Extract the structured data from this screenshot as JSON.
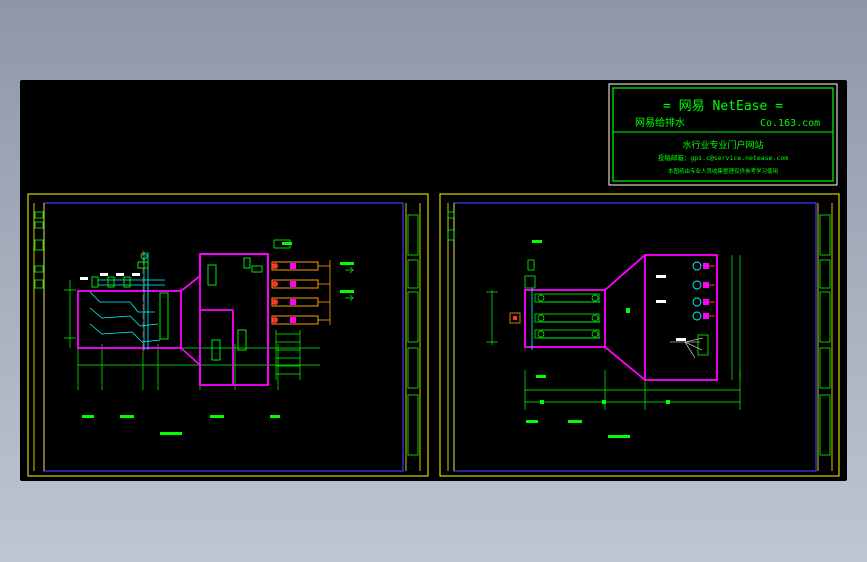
{
  "watermark": {
    "title": "=  网易 NetEase  =",
    "left_label": "网易给排水",
    "right_label": "Co.163.com",
    "portal": "水行业专业门户网站",
    "email_line": "投稿邮箱：gps.c@service.netease.com",
    "note": "本图纸由专业人员收集整理仅供参考学习使用"
  },
  "colors": {
    "background": "#000000",
    "frame_yellow": "#ffff00",
    "frame_blue": "#3a3aff",
    "wall_magenta": "#ff00ff",
    "pipe_cyan": "#00ffff",
    "dim_green": "#00ff00",
    "text_white": "#ffffff",
    "accent_red": "#ff3030",
    "accent_orange": "#ffa000"
  },
  "left_sheet": {
    "label_building": "",
    "label_room": "",
    "plan_caption": "",
    "scale_label": ""
  },
  "right_sheet": {
    "plan_caption": "",
    "scale_label": ""
  }
}
